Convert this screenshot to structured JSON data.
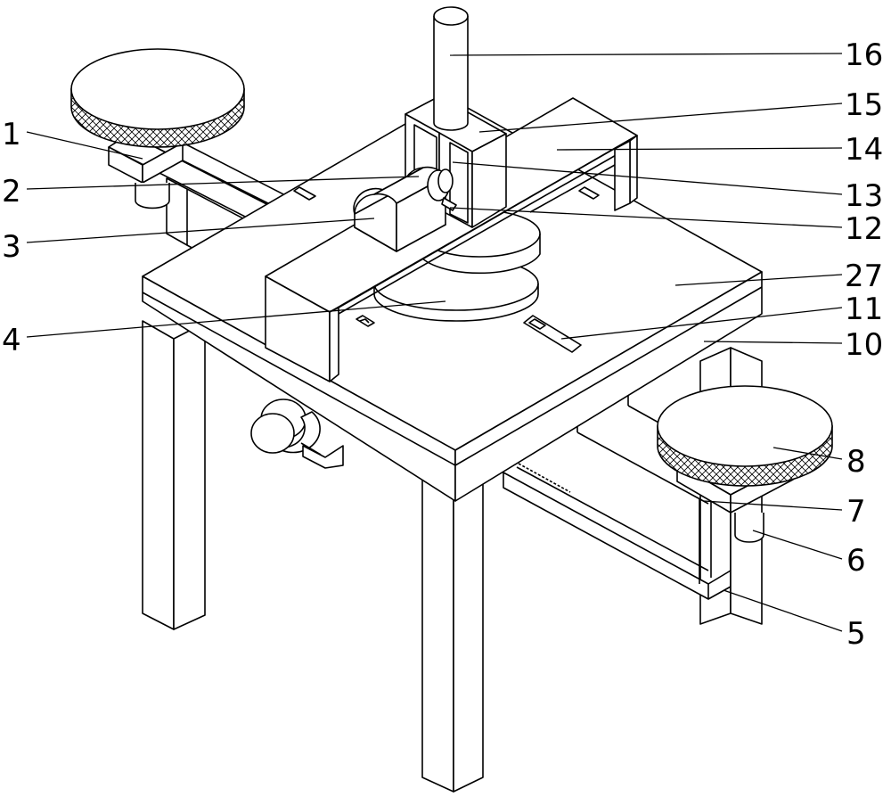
{
  "figure": {
    "labels": [
      {
        "id": "1",
        "text": "1"
      },
      {
        "id": "2",
        "text": "2"
      },
      {
        "id": "3",
        "text": "3"
      },
      {
        "id": "4",
        "text": "4"
      },
      {
        "id": "16",
        "text": "16"
      },
      {
        "id": "15",
        "text": "15"
      },
      {
        "id": "14",
        "text": "14"
      },
      {
        "id": "13",
        "text": "13"
      },
      {
        "id": "12",
        "text": "12"
      },
      {
        "id": "27",
        "text": "27"
      },
      {
        "id": "11",
        "text": "11"
      },
      {
        "id": "10",
        "text": "10"
      },
      {
        "id": "8",
        "text": "8"
      },
      {
        "id": "7",
        "text": "7"
      },
      {
        "id": "6",
        "text": "6"
      },
      {
        "id": "5",
        "text": "5"
      }
    ]
  }
}
